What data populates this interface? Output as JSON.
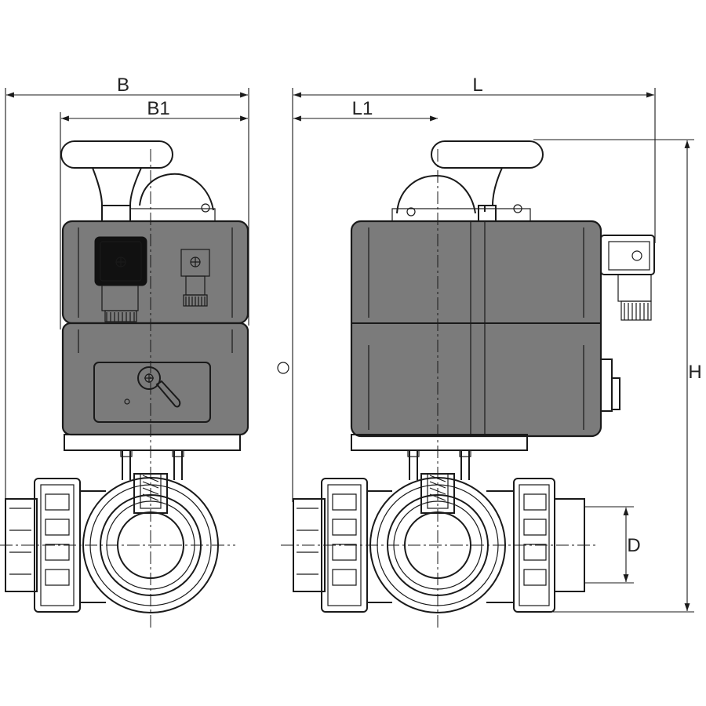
{
  "labels": {
    "B": "B",
    "B1": "B1",
    "L": "L",
    "L1": "L1",
    "H": "H",
    "D": "D"
  },
  "colors": {
    "actuator_body": "#7b7b7b",
    "line": "#1a1a1a",
    "background": "#ffffff"
  },
  "icons": [
    "handwheel-icon",
    "cable-connector-icon",
    "screw-icon",
    "manual-lever-icon"
  ]
}
